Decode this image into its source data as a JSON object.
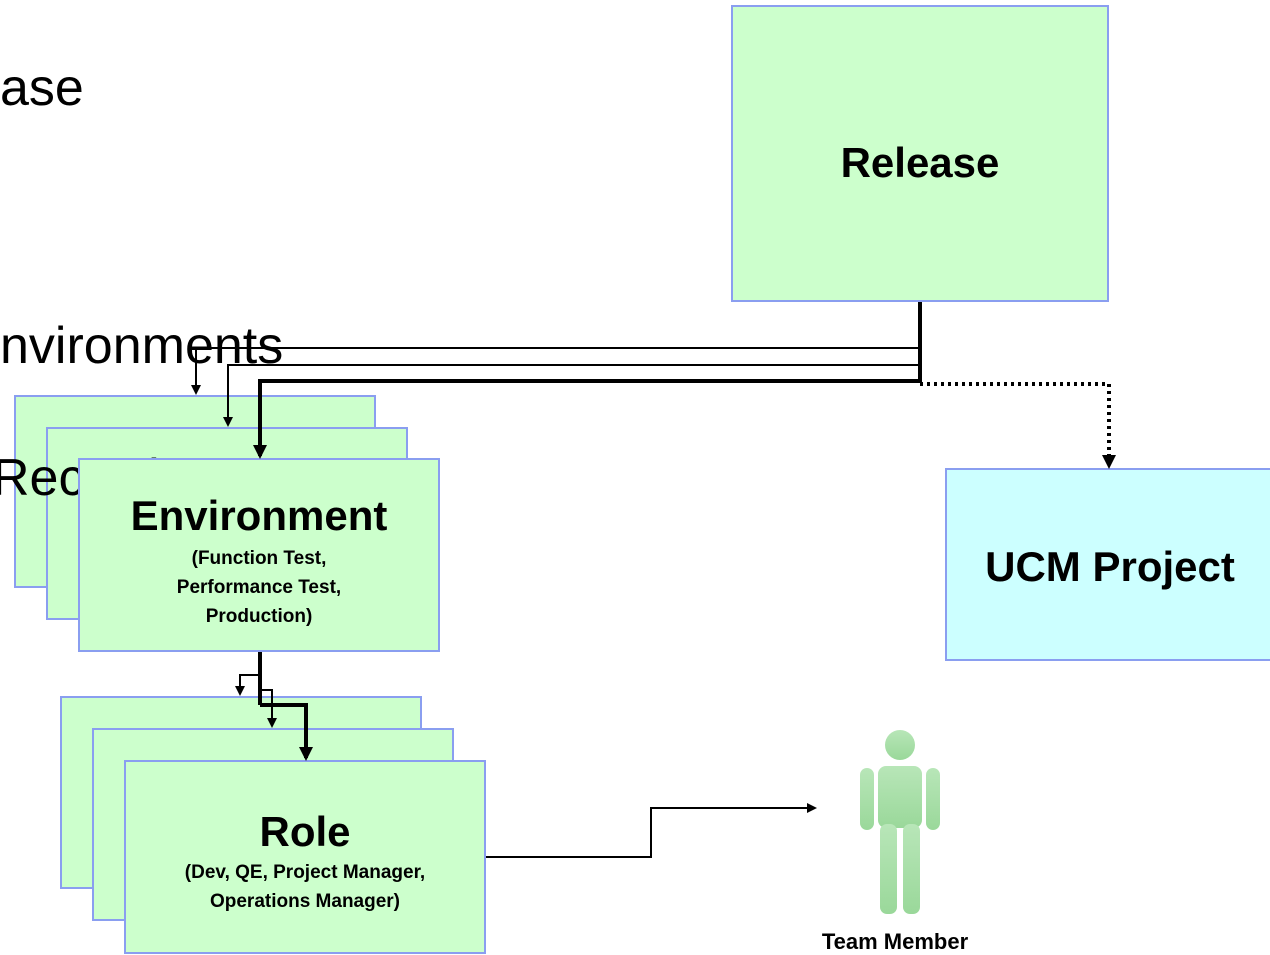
{
  "background_text": {
    "release_fragment": "ase",
    "environments_fragment": "nvironments",
    "record_fragment": "Record"
  },
  "release": {
    "title": "Release"
  },
  "ucm_project": {
    "title": "UCM Project"
  },
  "environment": {
    "title": "Environment",
    "subtitle_lines": [
      "(Function Test,",
      "Performance Test,",
      "Production)"
    ]
  },
  "role": {
    "title": "Role",
    "subtitle_lines": [
      "(Dev, QE, Project Manager,",
      "Operations Manager)"
    ]
  },
  "team_member": {
    "label": "Team Member"
  },
  "colors": {
    "box_fill": "#ccffcc",
    "ucm_fill": "#ccffff",
    "box_border": "#8a9ef0",
    "person_color": "#99dd99"
  }
}
